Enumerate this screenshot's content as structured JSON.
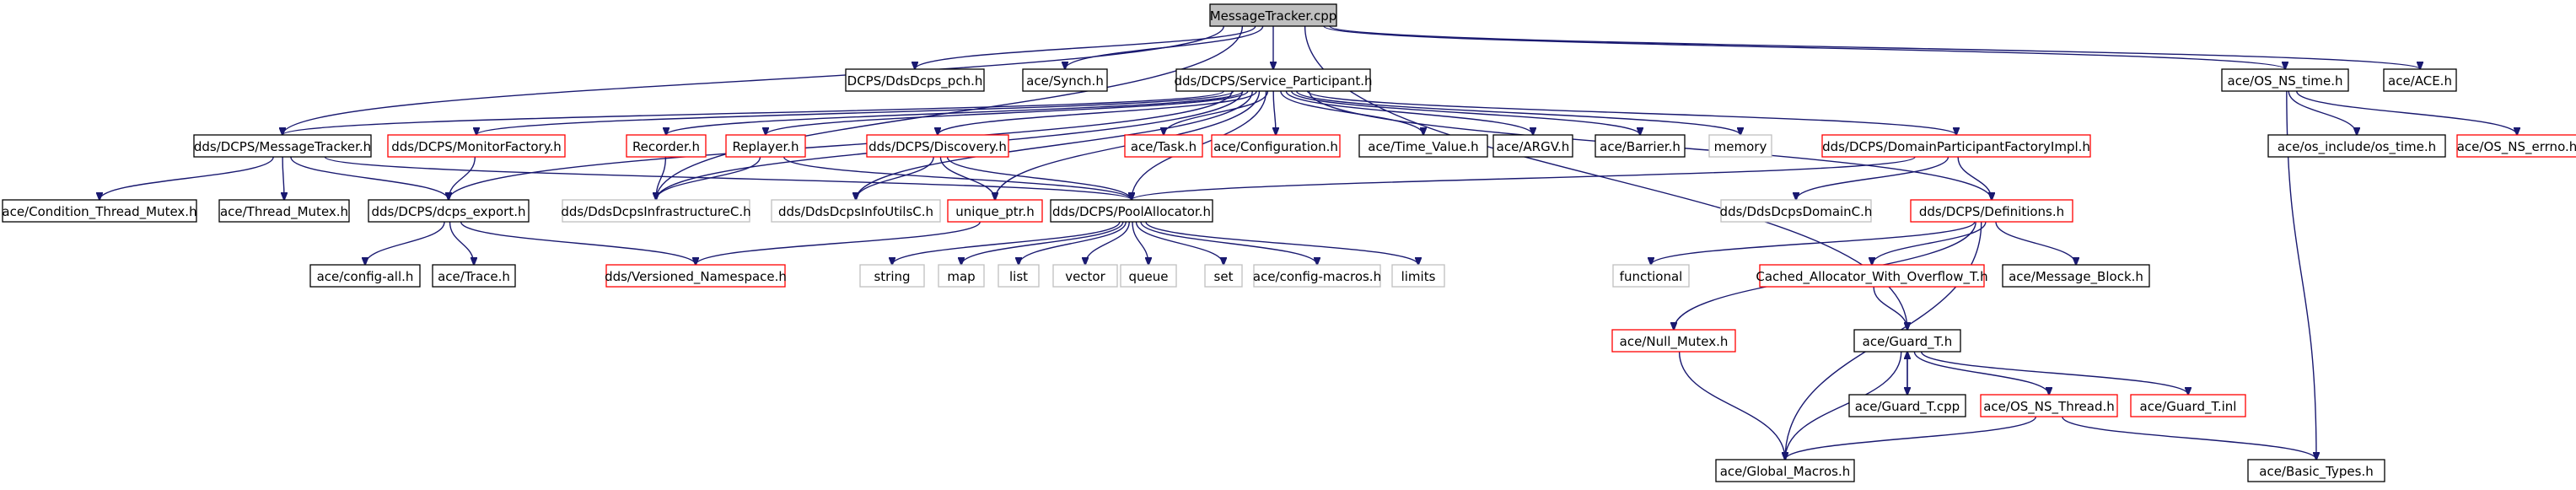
{
  "colors": {
    "background": "#ffffff",
    "edge": "#191970",
    "root_fill": "#bfbfbf",
    "border_black": "#000000",
    "border_red": "#ff0000",
    "border_gray": "#bfbfbf",
    "text": "#000000"
  },
  "nodes": [
    {
      "id": "root",
      "label": "MessageTracker.cpp",
      "style": "root"
    },
    {
      "id": "pch",
      "label": "DCPS/DdsDcps_pch.h",
      "style": "black"
    },
    {
      "id": "synch",
      "label": "ace/Synch.h",
      "style": "black"
    },
    {
      "id": "sp",
      "label": "dds/DCPS/Service_Participant.h",
      "style": "black"
    },
    {
      "id": "osnstime",
      "label": "ace/OS_NS_time.h",
      "style": "black"
    },
    {
      "id": "acegh",
      "label": "ace/ACE.h",
      "style": "black"
    },
    {
      "id": "mt",
      "label": "dds/DCPS/MessageTracker.h",
      "style": "black"
    },
    {
      "id": "monf",
      "label": "dds/DCPS/MonitorFactory.h",
      "style": "red"
    },
    {
      "id": "recorder",
      "label": "Recorder.h",
      "style": "red"
    },
    {
      "id": "replayer",
      "label": "Replayer.h",
      "style": "red"
    },
    {
      "id": "discovery",
      "label": "dds/DCPS/Discovery.h",
      "style": "red"
    },
    {
      "id": "task",
      "label": "ace/Task.h",
      "style": "red"
    },
    {
      "id": "config",
      "label": "ace/Configuration.h",
      "style": "red"
    },
    {
      "id": "timevalue",
      "label": "ace/Time_Value.h",
      "style": "black"
    },
    {
      "id": "argv",
      "label": "ace/ARGV.h",
      "style": "black"
    },
    {
      "id": "barrier",
      "label": "ace/Barrier.h",
      "style": "black"
    },
    {
      "id": "memory",
      "label": "memory",
      "style": "gray"
    },
    {
      "id": "dpfi",
      "label": "dds/DCPS/DomainParticipantFactoryImpl.h",
      "style": "red"
    },
    {
      "id": "osinc",
      "label": "ace/os_include/os_time.h",
      "style": "black"
    },
    {
      "id": "errno",
      "label": "ace/OS_NS_errno.h",
      "style": "red"
    },
    {
      "id": "ctm",
      "label": "ace/Condition_Thread_Mutex.h",
      "style": "black"
    },
    {
      "id": "tm",
      "label": "ace/Thread_Mutex.h",
      "style": "black"
    },
    {
      "id": "dcpsexport",
      "label": "dds/DCPS/dcps_export.h",
      "style": "black"
    },
    {
      "id": "infra",
      "label": "dds/DdsDcpsInfrastructureC.h",
      "style": "gray"
    },
    {
      "id": "infoutils",
      "label": "dds/DdsDcpsInfoUtilsC.h",
      "style": "gray"
    },
    {
      "id": "uniqueptr",
      "label": "unique_ptr.h",
      "style": "red"
    },
    {
      "id": "pool",
      "label": "dds/DCPS/PoolAllocator.h",
      "style": "black"
    },
    {
      "id": "domainc",
      "label": "dds/DdsDcpsDomainC.h",
      "style": "gray"
    },
    {
      "id": "defs",
      "label": "dds/DCPS/Definitions.h",
      "style": "red"
    },
    {
      "id": "configall",
      "label": "ace/config-all.h",
      "style": "black"
    },
    {
      "id": "trace",
      "label": "ace/Trace.h",
      "style": "black"
    },
    {
      "id": "versioned",
      "label": "dds/Versioned_Namespace.h",
      "style": "red"
    },
    {
      "id": "string",
      "label": "string",
      "style": "gray"
    },
    {
      "id": "map",
      "label": "map",
      "style": "gray"
    },
    {
      "id": "list",
      "label": "list",
      "style": "gray"
    },
    {
      "id": "vector",
      "label": "vector",
      "style": "gray"
    },
    {
      "id": "queue",
      "label": "queue",
      "style": "gray"
    },
    {
      "id": "set",
      "label": "set",
      "style": "gray"
    },
    {
      "id": "configmacros",
      "label": "ace/config-macros.h",
      "style": "gray"
    },
    {
      "id": "limits",
      "label": "limits",
      "style": "gray"
    },
    {
      "id": "functional",
      "label": "functional",
      "style": "gray"
    },
    {
      "id": "cached",
      "label": "Cached_Allocator_With_Overflow_T.h",
      "style": "red"
    },
    {
      "id": "msgblock",
      "label": "ace/Message_Block.h",
      "style": "black"
    },
    {
      "id": "guardt",
      "label": "ace/Guard_T.h",
      "style": "black"
    },
    {
      "id": "nullmutex",
      "label": "ace/Null_Mutex.h",
      "style": "red"
    },
    {
      "id": "guardcpp",
      "label": "ace/Guard_T.cpp",
      "style": "black"
    },
    {
      "id": "osnsthread",
      "label": "ace/OS_NS_Thread.h",
      "style": "red"
    },
    {
      "id": "guardinl",
      "label": "ace/Guard_T.inl",
      "style": "red"
    },
    {
      "id": "globalmacros",
      "label": "ace/Global_Macros.h",
      "style": "black"
    },
    {
      "id": "basictypes",
      "label": "ace/Basic_Types.h",
      "style": "black"
    }
  ],
  "edges": [
    [
      "root",
      "pch"
    ],
    [
      "root",
      "synch"
    ],
    [
      "root",
      "sp"
    ],
    [
      "root",
      "osnstime"
    ],
    [
      "root",
      "acegh"
    ],
    [
      "root",
      "mt"
    ],
    [
      "root",
      "infra"
    ],
    [
      "root",
      "guardt"
    ],
    [
      "sp",
      "mt"
    ],
    [
      "sp",
      "monf"
    ],
    [
      "sp",
      "recorder"
    ],
    [
      "sp",
      "replayer"
    ],
    [
      "sp",
      "discovery"
    ],
    [
      "sp",
      "task"
    ],
    [
      "sp",
      "config"
    ],
    [
      "sp",
      "timevalue"
    ],
    [
      "sp",
      "argv"
    ],
    [
      "sp",
      "barrier"
    ],
    [
      "sp",
      "memory"
    ],
    [
      "sp",
      "dpfi"
    ],
    [
      "sp",
      "infoutils"
    ],
    [
      "sp",
      "uniqueptr"
    ],
    [
      "sp",
      "pool"
    ],
    [
      "sp",
      "defs"
    ],
    [
      "sp",
      "infra"
    ],
    [
      "sp",
      "dcpsexport"
    ],
    [
      "osnstime",
      "osinc"
    ],
    [
      "osnstime",
      "errno"
    ],
    [
      "osnstime",
      "basictypes"
    ],
    [
      "mt",
      "ctm"
    ],
    [
      "mt",
      "tm"
    ],
    [
      "mt",
      "dcpsexport"
    ],
    [
      "mt",
      "pool"
    ],
    [
      "monf",
      "dcpsexport"
    ],
    [
      "recorder",
      "infra"
    ],
    [
      "replayer",
      "infra"
    ],
    [
      "replayer",
      "pool"
    ],
    [
      "discovery",
      "infoutils"
    ],
    [
      "discovery",
      "uniqueptr"
    ],
    [
      "discovery",
      "pool"
    ],
    [
      "dpfi",
      "domainc"
    ],
    [
      "dpfi",
      "defs"
    ],
    [
      "dpfi",
      "pool"
    ],
    [
      "dcpsexport",
      "configall"
    ],
    [
      "dcpsexport",
      "trace"
    ],
    [
      "dcpsexport",
      "versioned"
    ],
    [
      "uniqueptr",
      "versioned"
    ],
    [
      "pool",
      "string"
    ],
    [
      "pool",
      "map"
    ],
    [
      "pool",
      "list"
    ],
    [
      "pool",
      "vector"
    ],
    [
      "pool",
      "queue"
    ],
    [
      "pool",
      "set"
    ],
    [
      "pool",
      "configmacros"
    ],
    [
      "pool",
      "limits"
    ],
    [
      "defs",
      "functional"
    ],
    [
      "defs",
      "nullmutex"
    ],
    [
      "defs",
      "cached"
    ],
    [
      "defs",
      "msgblock"
    ],
    [
      "defs",
      "globalmacros"
    ],
    [
      "cached",
      "guardt"
    ],
    [
      "guardt",
      "guardcpp"
    ],
    [
      "guardcpp",
      "guardt"
    ],
    [
      "guardt",
      "osnsthread"
    ],
    [
      "guardt",
      "guardinl"
    ],
    [
      "guardt",
      "globalmacros"
    ],
    [
      "nullmutex",
      "globalmacros"
    ],
    [
      "osnsthread",
      "globalmacros"
    ],
    [
      "osnsthread",
      "basictypes"
    ]
  ]
}
